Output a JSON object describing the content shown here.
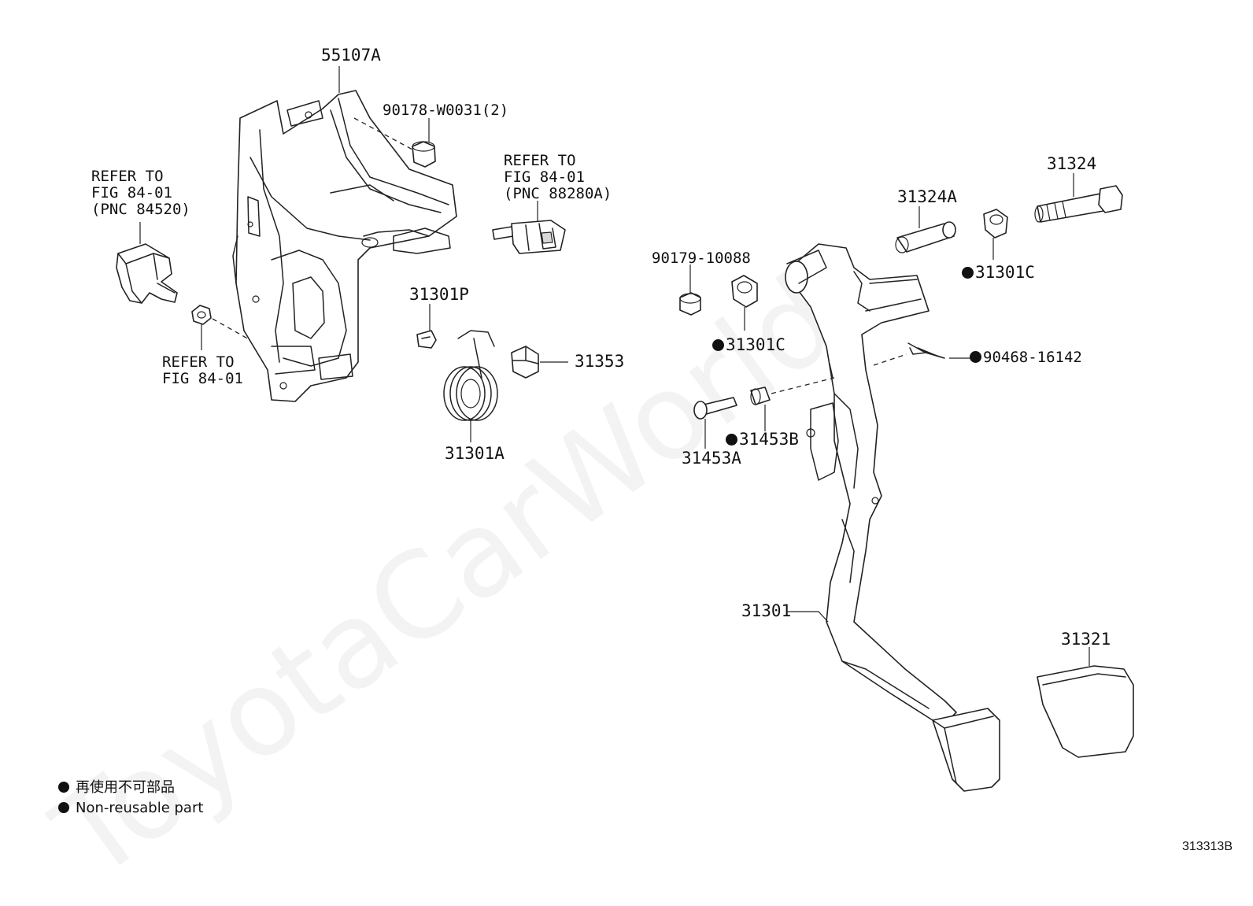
{
  "watermark": "ToyotaCarWorld",
  "figure_number": "313313B",
  "legend": {
    "items": [
      {
        "symbol": "filled-dot",
        "text": "再使用不可部品"
      },
      {
        "symbol": "filled-dot",
        "text": "Non-reusable part"
      }
    ]
  },
  "callouts": {
    "c55107A": "55107A",
    "c90178": "90178-W0031(2)",
    "refer_84520": "REFER TO\nFIG 84-01\n(PNC 84520)",
    "refer_88280A": "REFER TO\nFIG 84-01\n(PNC 88280A)",
    "refer_fig": "REFER TO\nFIG 84-01",
    "c31301P": "31301P",
    "c31353": "31353",
    "c31301A": "31301A",
    "c90179": "90179-10088",
    "c31301C_a": "31301C",
    "c31324A": "31324A",
    "c31324": "31324",
    "c31301C_b": "31301C",
    "c90468": "90468-16142",
    "c31453B": "31453B",
    "c31453A": "31453A",
    "c31301": "31301",
    "c31321": "31321"
  }
}
